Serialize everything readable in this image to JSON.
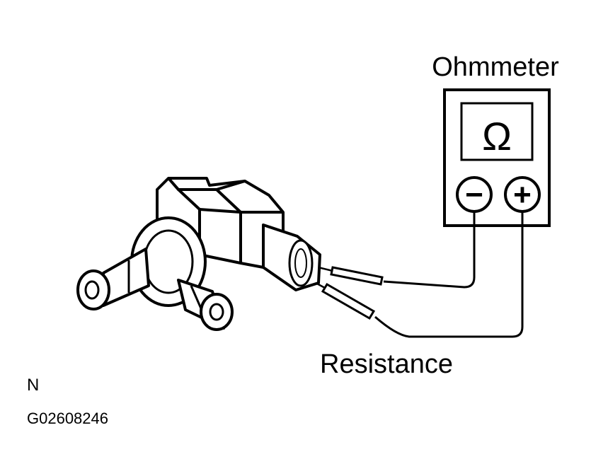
{
  "meter": {
    "label": "Ohmmeter",
    "display_symbol": "Ω",
    "negative_symbol": "−",
    "positive_symbol": "+"
  },
  "measurement_label": "Resistance",
  "view_letter": "N",
  "figure_id": "G02608246"
}
